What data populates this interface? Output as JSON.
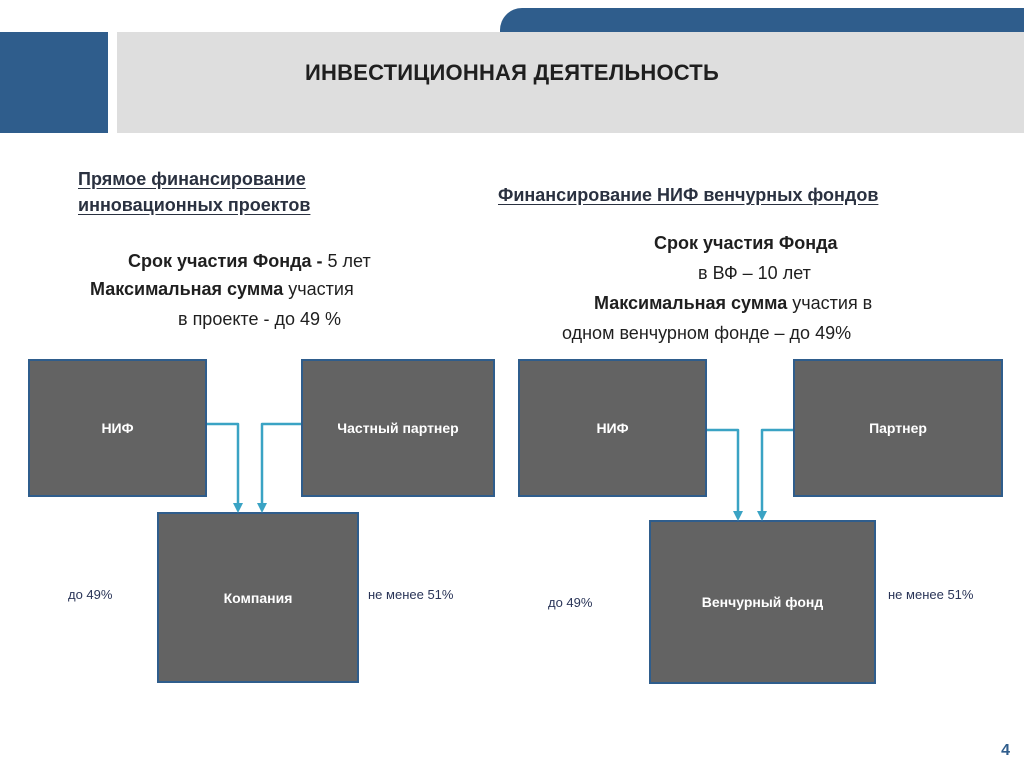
{
  "header": {
    "title": "ИНВЕСТИЦИОННАЯ ДЕЯТЕЛЬНОСТЬ",
    "accent_color": "#2f5d8c",
    "band_color": "#dedede"
  },
  "left": {
    "heading_line1": "Прямое финансирование",
    "heading_line2": "инновационных проектов",
    "term_label": "Срок участия Фонда - ",
    "term_value": "5 лет",
    "max_label": "Максимальная сумма",
    "max_rest": " участия",
    "max_line2": "в проекте - до 49 %",
    "boxes": {
      "nif": "НИФ",
      "partner": "Частный партнер",
      "company": "Компания"
    },
    "share_left": "до 49%",
    "share_right": "не менее 51%"
  },
  "right": {
    "heading": "Финансирование НИФ венчурных фондов",
    "term_label": "Срок участия Фонда",
    "term_line2": "в ВФ – 10 лет",
    "max_label": "Максимальная сумма",
    "max_rest": " участия в",
    "max_line2": "одном венчурном фонде – до 49%",
    "boxes": {
      "nif": "НИФ",
      "partner": "Партнер",
      "fund": "Венчурный фонд"
    },
    "share_left": "до 49%",
    "share_right": "не менее 51%"
  },
  "footer": {
    "page_number": "4"
  },
  "colors": {
    "box_fill": "#636363",
    "box_border": "#2f5d8c",
    "arrow": "#3aa3c4"
  }
}
